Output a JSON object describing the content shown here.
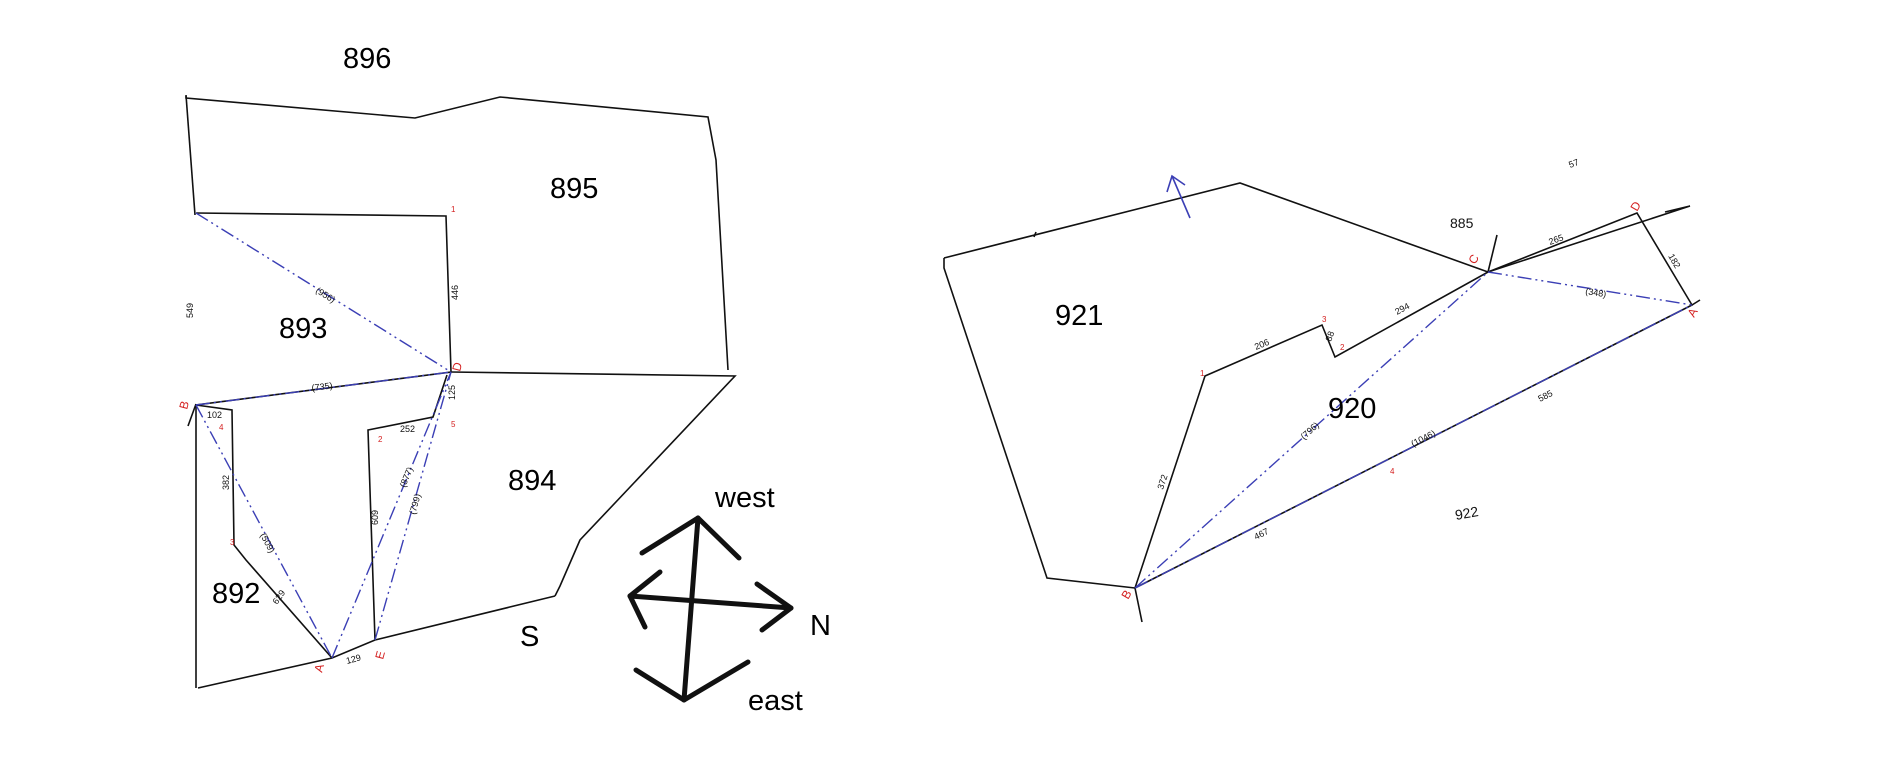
{
  "left_plan": {
    "parcels": [
      "896",
      "895",
      "893",
      "894",
      "892"
    ],
    "point_labels": {
      "A": "A",
      "B": "B",
      "D": "D",
      "E": "E"
    },
    "minor_points": [
      "1",
      "2",
      "3",
      "4",
      "5"
    ],
    "side_lengths": [
      "549",
      "446",
      "102",
      "382",
      "629",
      "252",
      "609",
      "125",
      "129"
    ],
    "diagonals": [
      "(956)",
      "(735)",
      "(509)",
      "(877)",
      "(799)"
    ],
    "south_label": "S"
  },
  "compass": {
    "north": "N",
    "west": "west",
    "east": "east"
  },
  "right_plan": {
    "parcels": [
      "921",
      "920",
      "885",
      "922"
    ],
    "point_labels": {
      "A": "A",
      "B": "B",
      "C": "C",
      "D": "D"
    },
    "minor_points": [
      "1",
      "2",
      "3",
      "4"
    ],
    "side_lengths": [
      "206",
      "88",
      "294",
      "265",
      "182",
      "585",
      "467",
      "372"
    ],
    "diagonals": [
      "(348)",
      "(796)",
      "(1046)"
    ],
    "corner_fragment": "57"
  }
}
